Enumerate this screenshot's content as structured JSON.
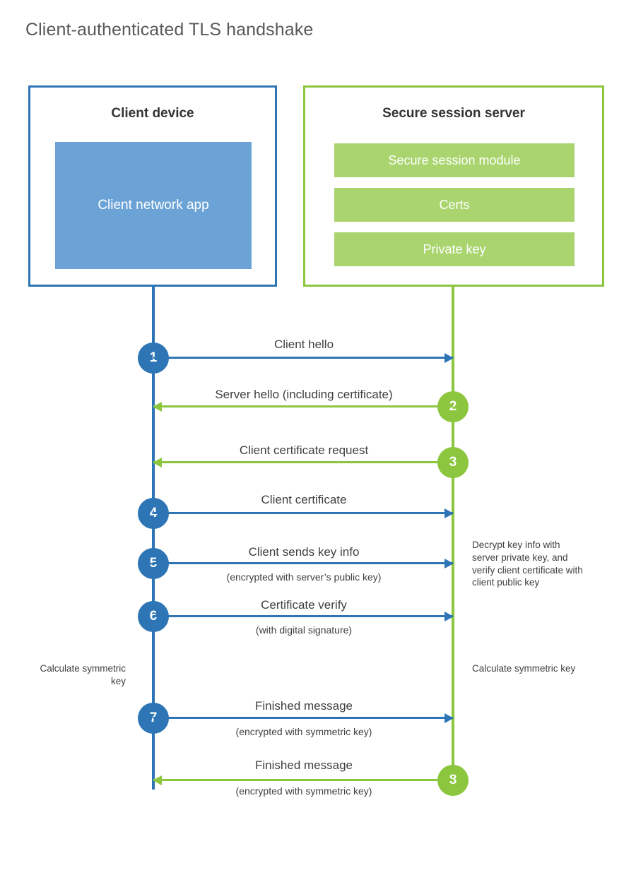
{
  "title": "Client-authenticated TLS handshake",
  "colors": {
    "client_blue": "#2e75b6",
    "client_app_fill": "#6ba3d6",
    "server_green": "#8cc63f",
    "server_bar_fill": "#a9d46e",
    "text": "#404040",
    "title_text": "#595959"
  },
  "client": {
    "title": "Client device",
    "app_label": "Client network app"
  },
  "server": {
    "title": "Secure session server",
    "modules": [
      "Secure session module",
      "Certs",
      "Private key"
    ]
  },
  "steps": [
    {
      "number": "1",
      "side": "client",
      "direction": "to-server",
      "label": "Client hello",
      "sub": ""
    },
    {
      "number": "2",
      "side": "server",
      "direction": "to-client",
      "label": "Server hello (including certificate)",
      "sub": ""
    },
    {
      "number": "3",
      "side": "server",
      "direction": "to-client",
      "label": "Client certificate request",
      "sub": ""
    },
    {
      "number": "4",
      "side": "client",
      "direction": "to-server",
      "label": "Client certificate",
      "sub": ""
    },
    {
      "number": "5",
      "side": "client",
      "direction": "to-server",
      "label": "Client sends key info",
      "sub": "(encrypted with server’s public key)"
    },
    {
      "number": "6",
      "side": "client",
      "direction": "to-server",
      "label": "Certificate verify",
      "sub": "(with digital signature)"
    },
    {
      "number": "7",
      "side": "client",
      "direction": "to-server",
      "label": "Finished message",
      "sub": "(encrypted with symmetric key)"
    },
    {
      "number": "8",
      "side": "server",
      "direction": "to-client",
      "label": "Finished message",
      "sub": "(encrypted with symmetric key)"
    }
  ],
  "notes": {
    "server_decrypt": "Decrypt key info with server private key, and verify client certificate with client public key",
    "client_calculate": "Calculate symmetric key",
    "server_calculate": "Calculate symmetric key"
  }
}
